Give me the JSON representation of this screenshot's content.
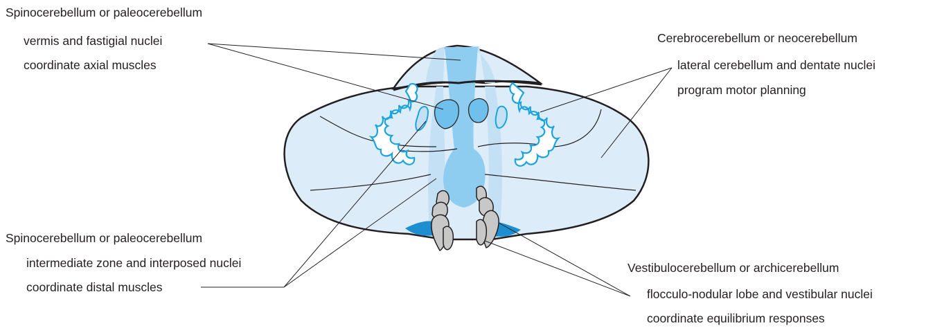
{
  "labels": {
    "spino_vermis": {
      "title": "Spinocerebellum or paleocerebellum",
      "structure": "vermis and fastigial nuclei",
      "function": "coordinate axial muscles"
    },
    "cerebro": {
      "title": "Cerebrocerebellum or neocerebellum",
      "structure": "lateral cerebellum and  dentate nuclei",
      "function": "program motor planning"
    },
    "spino_intermediate": {
      "title": "Spinocerebellum or paleocerebellum",
      "structure": "intermediate zone and interposed nuclei",
      "function": "coordinate distal muscles"
    },
    "vestibulo": {
      "title": "Vestibulocerebellum or archicerebellum",
      "structure": "flocculo-nodular lobe and vestibular nuclei",
      "function": "coordinate equilibrium responses"
    }
  },
  "colors": {
    "hemisphere_fill": "#dcedf9",
    "intermediate_fill": "#c4e0f5",
    "vermis_fill": "#8fcdf0",
    "nucleus_fill": "#6fc0ec",
    "dentate_stroke": "#1ba3e0",
    "flocculus_fill": "#1d8fd1",
    "vestibular_nuclei_fill": "#c8c8c8",
    "outline": "#231f20"
  }
}
